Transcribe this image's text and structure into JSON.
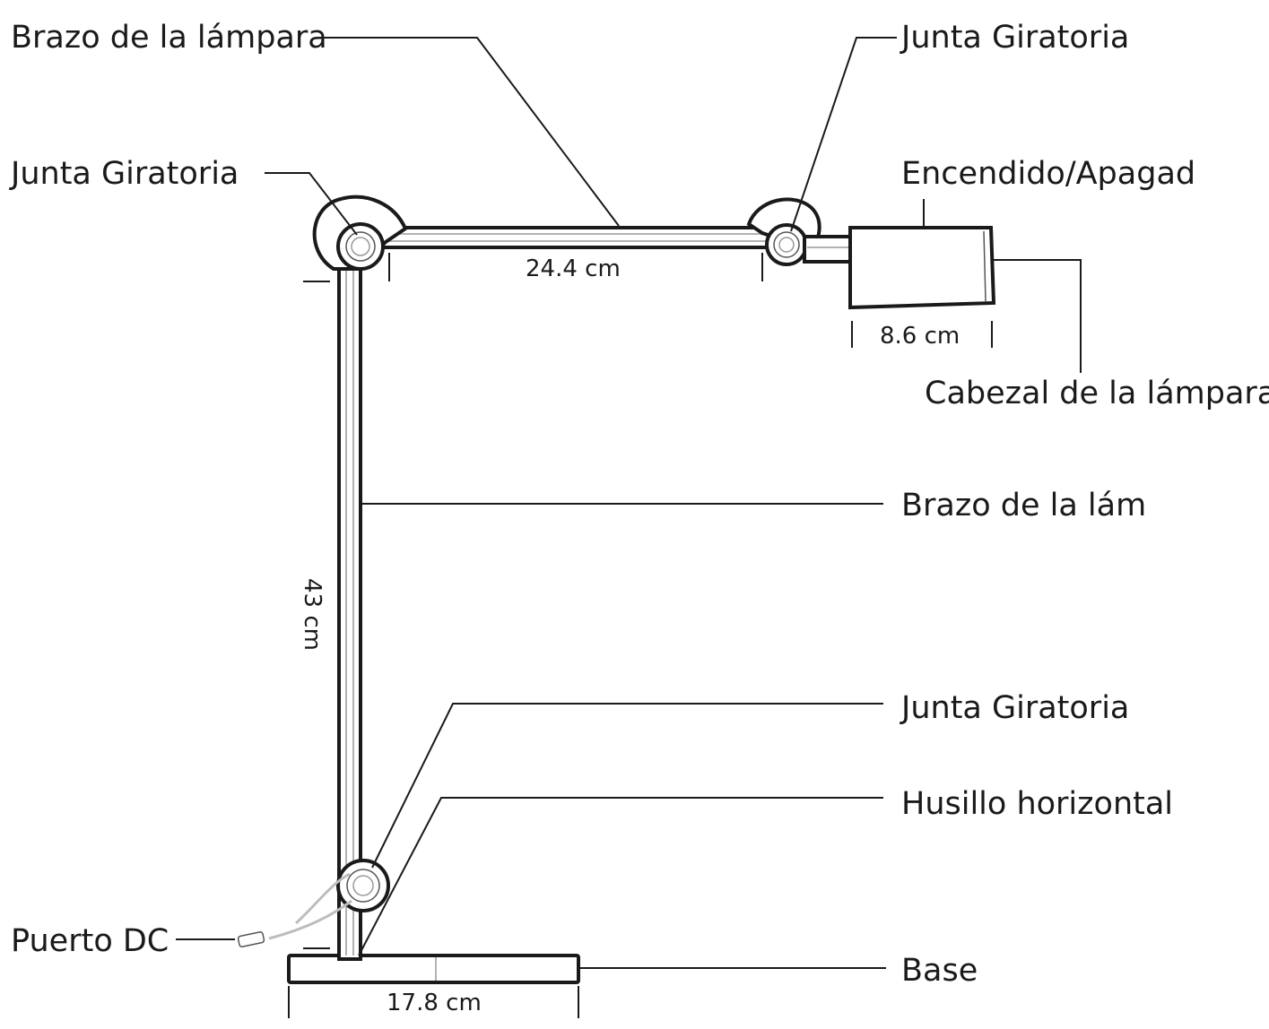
{
  "labels": {
    "arm_upper": "Brazo de la lámpara",
    "joint_top_right": "Junta Giratoria",
    "joint_top_left": "Junta Giratoria",
    "switch": "Encendido/Apagad",
    "head": "Cabezal de la lámpara",
    "arm_vertical": "Brazo de la lám",
    "joint_bottom": "Junta Giratoria",
    "spindle": "Husillo horizontal",
    "dc_port": "Puerto DC",
    "base": "Base"
  },
  "dimensions": {
    "arm_upper": "24.4 cm",
    "head": "8.6 cm",
    "arm_vertical": "43 cm",
    "base": "17.8 cm"
  }
}
